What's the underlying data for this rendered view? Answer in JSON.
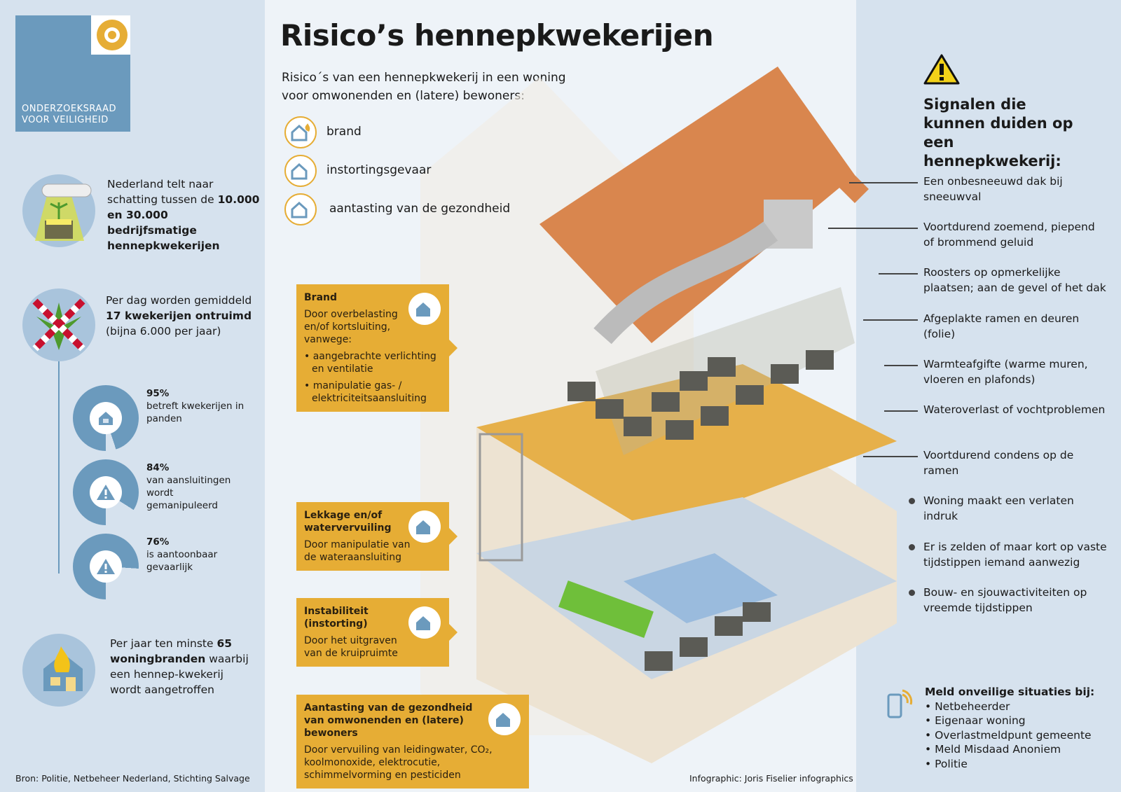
{
  "title": "Risico’s hennepkwekerijen",
  "logo": {
    "line1": "ONDERZOEKSRAAD",
    "line2": "VOOR VEILIGHEID"
  },
  "left": {
    "stat1": {
      "pre": "Nederland telt naar schatting tussen de ",
      "bold": "10.000 en 30.000 bedrijfsmatige hennepkwekerijen"
    },
    "stat2": {
      "pre": "Per dag worden gemiddeld ",
      "bold": "17 kwekerijen ontruimd",
      "post": "(bijna 6.000 per jaar)"
    },
    "donuts": [
      {
        "value": 95,
        "label": "95%",
        "text": "betreft kwekerijen in panden",
        "icon": "house-icon"
      },
      {
        "value": 84,
        "label": "84%",
        "text": "van aansluitingen wordt gemanipuleerd",
        "icon": "electric-warning-icon"
      },
      {
        "value": 76,
        "label": "76%",
        "text": "is aantoonbaar gevaarlijk",
        "icon": "warning-icon"
      }
    ],
    "stat3": {
      "pre": "Per jaar ten minste ",
      "bold": "65 woningbranden",
      "post": " waarbij een hennep-kwekerij wordt aangetroffen"
    },
    "source": "Bron: Politie, Netbeheer Nederland, Stichting Salvage"
  },
  "center": {
    "intro": "Risico´s van een hennepkwekerij in een woning voor omwonenden en (latere) bewoners:",
    "risks": [
      "brand",
      "instortingsgevaar",
      "aantasting van de gezondheid"
    ],
    "boxes": [
      {
        "title": "Brand",
        "body": "Door overbelasting en/of kortsluiting, vanwege:",
        "bullets": [
          "aangebrachte verlichting en ventilatie",
          "manipulatie gas- / elektriciteitsaansluiting"
        ]
      },
      {
        "title": "Lekkage en/of watervervuiling",
        "body": "Door manipulatie van de wateraansluiting"
      },
      {
        "title": "Instabiliteit (instorting)",
        "body": "Door het uitgraven van de kruipruimte"
      },
      {
        "title": "Aantasting van de gezondheid van omwonenden en (latere) bewoners",
        "body": "Door vervuiling van leidingwater, CO₂, koolmonoxide, elektrocutie, schimmelvorming en pesticiden"
      }
    ],
    "credit": "Infographic: Joris Fiselier infographics"
  },
  "right": {
    "heading": "Signalen die kunnen duiden op een hennepkwekerij:",
    "signals": [
      "Een onbesneeuwd dak bij sneeuwval",
      "Voortdurend zoemend, piepend of brommend geluid",
      "Roosters op opmerkelijke plaatsen; aan de gevel of het dak",
      "Afgeplakte ramen en deuren (folie)",
      "Warmteafgifte (warme muren, vloeren en plafonds)",
      "Wateroverlast of vochtproblemen",
      "Voortdurend condens op de ramen",
      "Woning maakt een verlaten indruk",
      "Er is zelden of maar kort op vaste tijdstippen iemand aanwezig",
      "Bouw- en sjouwactiviteiten op vreemde tijdstippen"
    ],
    "report_title": "Meld onveilige situaties bij:",
    "report": [
      "Netbeheerder",
      "Eigenaar woning",
      "Overlastmeldpunt gemeente",
      "Meld Misdaad Anoniem",
      "Politie"
    ]
  },
  "colors": {
    "accent": "#e6ad35",
    "blue": "#6b9abd",
    "panel": "#d6e2ee"
  }
}
